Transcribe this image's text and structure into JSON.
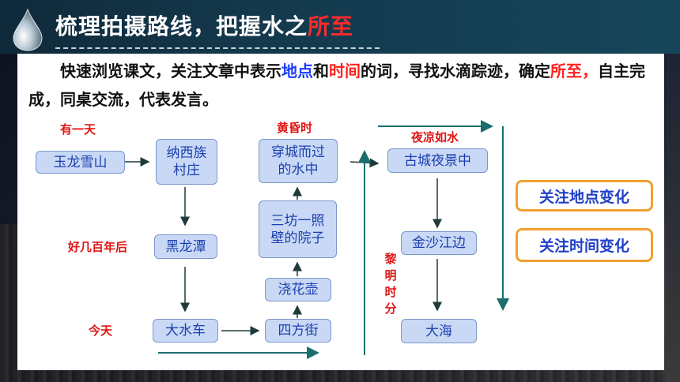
{
  "header": {
    "title_main": "梳理拍摄路线，把握水之",
    "title_highlight": "所至"
  },
  "intro": {
    "p1": "快速浏览课文，关注文章中表示",
    "p_place": "地点",
    "p_and": "和",
    "p_time": "时间",
    "p2": "的词，寻找水滴踪迹，确定",
    "p_suozhi": "所至，",
    "p3": "自主完成，同桌交流，代表发言。"
  },
  "labels": {
    "day": "有一天",
    "centuries": "好几百年后",
    "today": "今天",
    "dusk": "黄昏时",
    "night": "夜凉如水",
    "dawn": "黎明时分"
  },
  "boxes": {
    "yulong": "玉龙雪山",
    "naxi": "纳西族\n村庄",
    "heilong": "黑龙潭",
    "dashuiche": "大水车",
    "sifang": "四方街",
    "jiaohua": "浇花壶",
    "sanfang": "三坊一照\n壁的院子",
    "chuancheng": "穿城而过\n的水中",
    "gucheng": "古城夜景中",
    "jinsha": "金沙江边",
    "dahai": "大海"
  },
  "focus": {
    "place": "关注地点变化",
    "time": "关注时间变化"
  },
  "colors": {
    "box_fill": "#c9d9f5",
    "box_text": "#1b3fb0",
    "label_red": "#e01515",
    "teal_arrow": "#1a6e6e",
    "focus_border": "#f0a030"
  }
}
